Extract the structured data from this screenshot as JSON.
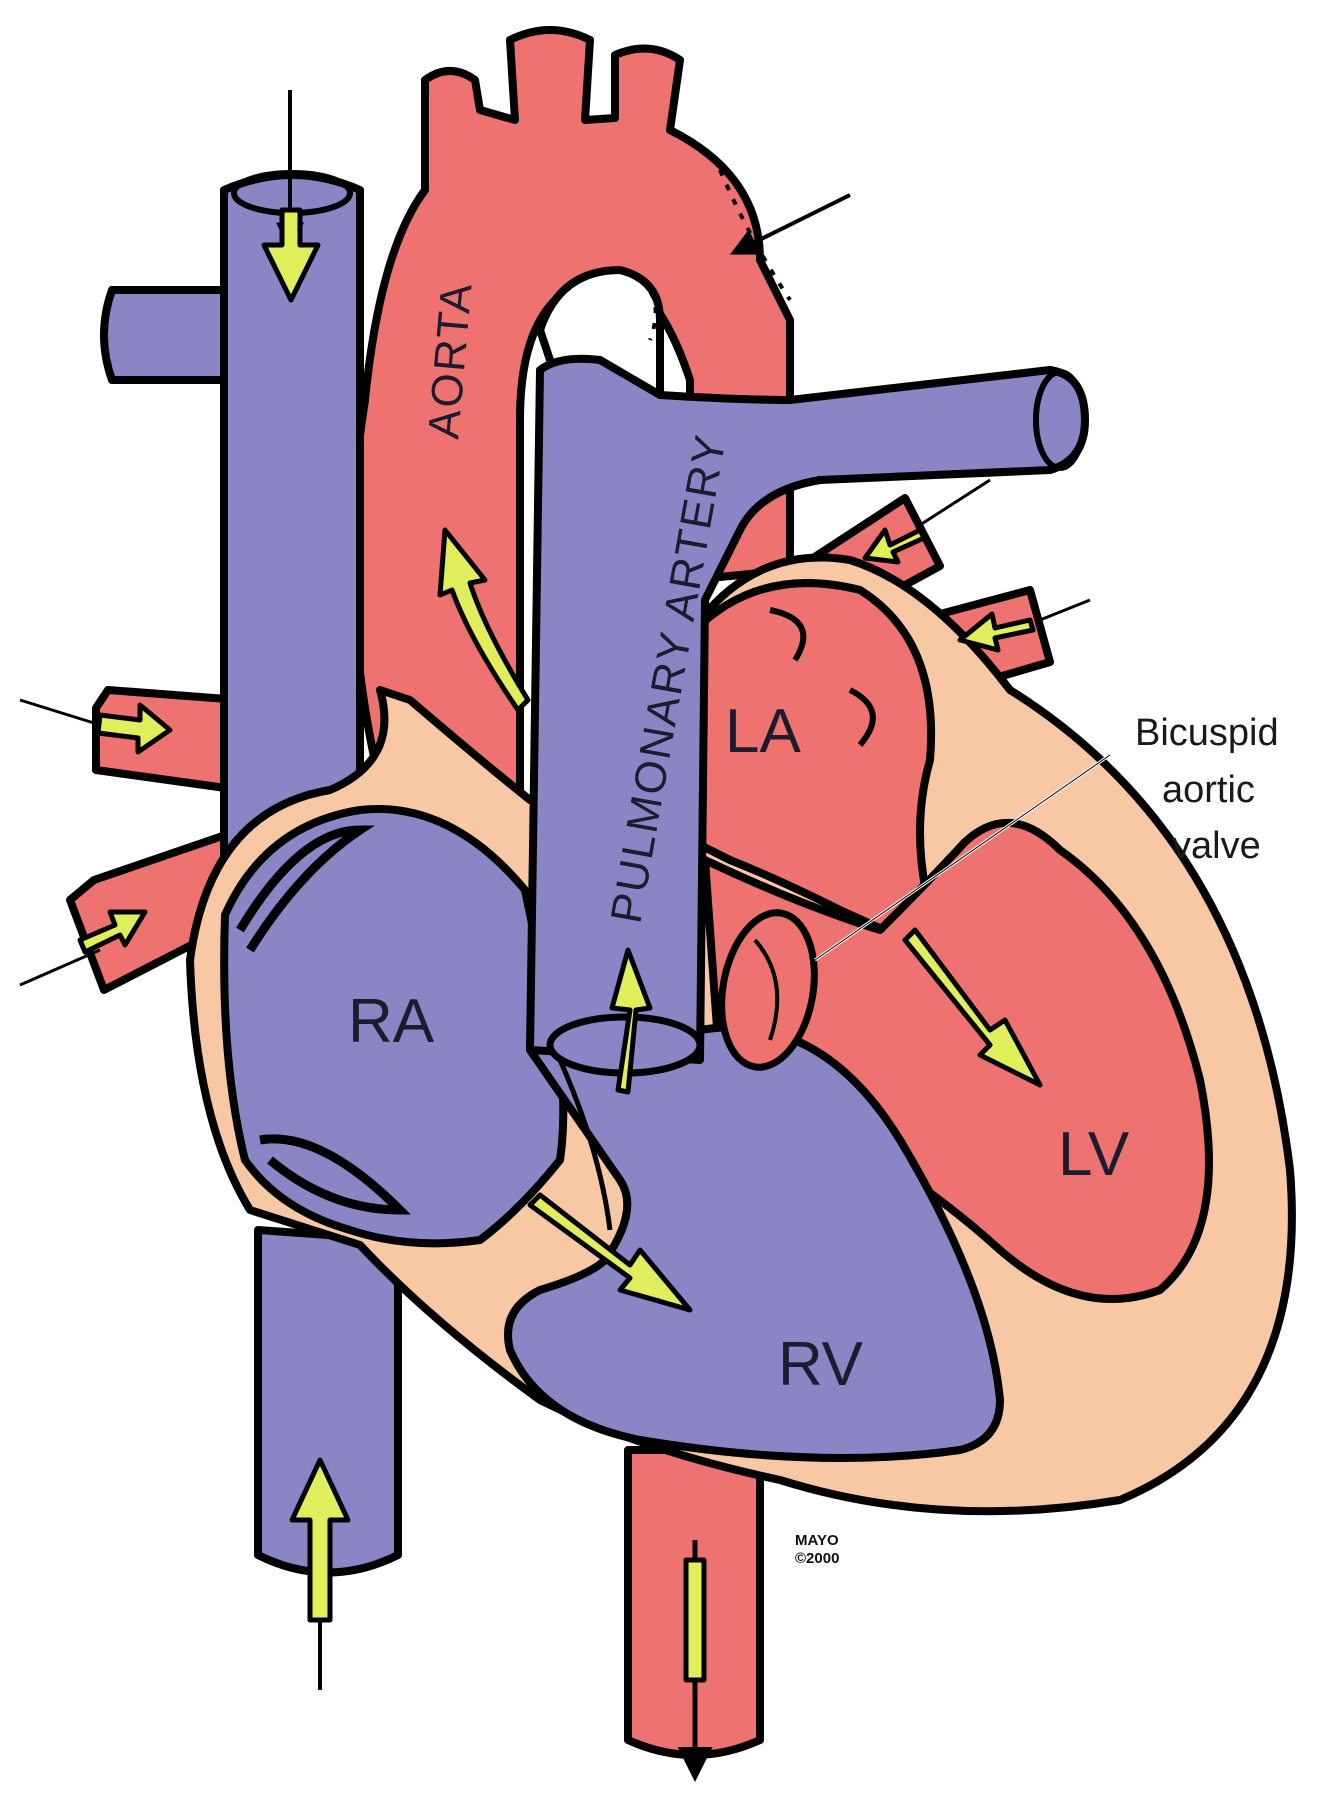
{
  "labels": {
    "aorta": "AORTA",
    "pulmonary_artery": "PULMONARY ARTERY",
    "la": "LA",
    "lv": "LV",
    "ra": "RA",
    "rv": "RV"
  },
  "callout": {
    "line1": "Bicuspid",
    "line2": "aortic",
    "line3": "valve"
  },
  "credit": {
    "line1": "MAYO",
    "line2": "©2000"
  },
  "colors": {
    "oxygenated": "#ee7370",
    "deoxygenated": "#8a86c6",
    "myocardium": "#f8c7a4",
    "flow_arrow": "#dfee5a",
    "outline": "#000000"
  }
}
